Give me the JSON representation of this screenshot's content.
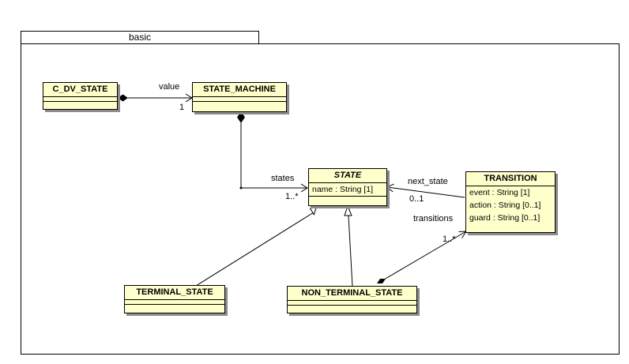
{
  "package": {
    "name": "basic"
  },
  "classes": {
    "c_dv_state": {
      "name": "C_DV_STATE"
    },
    "state_machine": {
      "name": "STATE_MACHINE"
    },
    "state": {
      "name": "STATE",
      "attributes": [
        "name : String [1]"
      ]
    },
    "transition": {
      "name": "TRANSITION",
      "attributes": [
        "event : String [1]",
        "action : String [0..1]",
        "guard : String [0..1]"
      ]
    },
    "terminal_state": {
      "name": "TERMINAL_STATE"
    },
    "non_terminal_state": {
      "name": "NON_TERMINAL_STATE"
    }
  },
  "associations": {
    "value": {
      "role": "value",
      "multiplicity": "1"
    },
    "states": {
      "role": "states",
      "multiplicity": "1..*"
    },
    "next_state": {
      "role": "next_state",
      "multiplicity": "0..1"
    },
    "transitions": {
      "role": "transitions",
      "multiplicity": "1..*"
    }
  },
  "colors": {
    "class_fill": "#ffffcc",
    "shadow": "#8c8c8c",
    "line": "#000000"
  }
}
